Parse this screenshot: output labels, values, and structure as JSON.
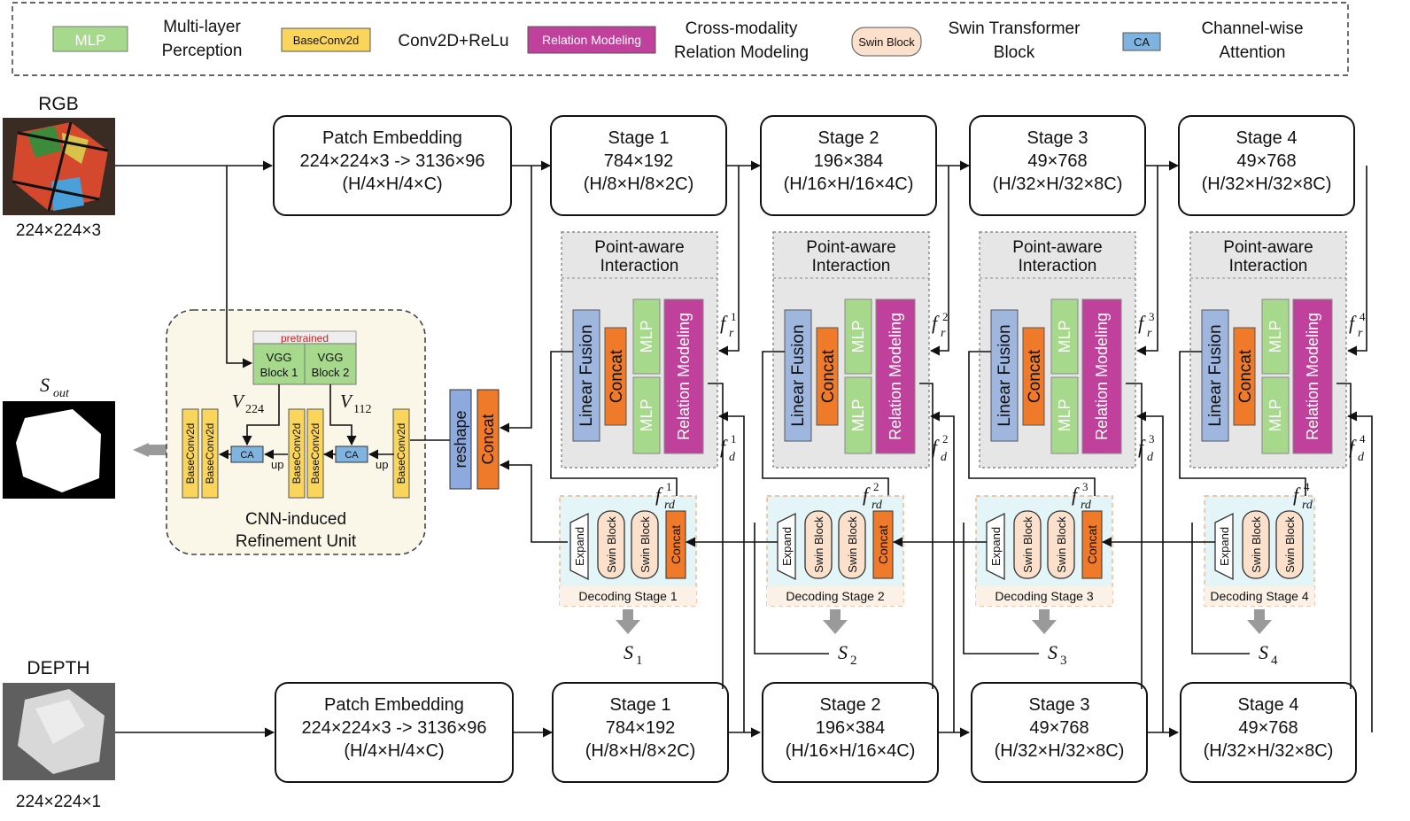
{
  "legend": {
    "mlp_key": "MLP",
    "mlp_desc": [
      "Multi-layer",
      "Perception"
    ],
    "baseconv_key": "BaseConv2d",
    "baseconv_desc": "Conv2D+ReLu",
    "relation_key": "Relation Modeling",
    "relation_desc": [
      "Cross-modality",
      "Relation Modeling"
    ],
    "swin_key": "Swin Block",
    "swin_desc": [
      "Swin Transformer",
      "Block"
    ],
    "ca_key": "CA",
    "ca_desc": [
      "Channel-wise",
      "Attention"
    ]
  },
  "inputs": {
    "rgb_label": "RGB",
    "rgb_size": "224×224×3",
    "depth_label": "DEPTH",
    "depth_size": "224×224×1"
  },
  "rgb_branch": {
    "patch": [
      "Patch Embedding",
      "224×224×3 -> 3136×96",
      "(H/4×H/4×C)"
    ],
    "stages": [
      [
        "Stage 1",
        "784×192",
        "(H/8×H/8×2C)"
      ],
      [
        "Stage 2",
        "196×384",
        "(H/16×H/16×4C)"
      ],
      [
        "Stage 3",
        "49×768",
        "(H/32×H/32×8C)"
      ],
      [
        "Stage 4",
        "49×768",
        "(H/32×H/32×8C)"
      ]
    ]
  },
  "depth_branch": {
    "patch": [
      "Patch Embedding",
      "224×224×3 -> 3136×96",
      "(H/4×H/4×C)"
    ],
    "stages": [
      [
        "Stage 1",
        "784×192",
        "(H/8×H/8×2C)"
      ],
      [
        "Stage 2",
        "196×384",
        "(H/16×H/16×4C)"
      ],
      [
        "Stage 3",
        "49×768",
        "(H/32×H/32×8C)"
      ],
      [
        "Stage 4",
        "49×768",
        "(H/32×H/32×8C)"
      ]
    ]
  },
  "interaction": {
    "title": [
      "Point-aware",
      "Interaction"
    ],
    "linear_fusion": "Linear Fusion",
    "concat": "Concat",
    "mlp": "MLP",
    "relation": "Relation Modeling"
  },
  "decoding": {
    "expand": "Expand",
    "swin": "Swin Block",
    "concat": "Concat",
    "stages": [
      "Decoding Stage 1",
      "Decoding Stage 2",
      "Decoding Stage 3",
      "Decoding Stage 4"
    ]
  },
  "features": {
    "f_r": "f",
    "f_r_sub": "r",
    "f_d": "f",
    "f_d_sub": "d",
    "f_rd": "f",
    "f_rd_sub": "rd",
    "levels": [
      "1",
      "2",
      "3",
      "4"
    ]
  },
  "outputs": {
    "s": "S",
    "levels": [
      "1",
      "2",
      "3",
      "4"
    ],
    "s_out": "S",
    "s_out_sub": "out"
  },
  "refinement": {
    "pretrained": "pretrained",
    "vgg1": [
      "VGG",
      "Block 1"
    ],
    "vgg2": [
      "VGG",
      "Block 2"
    ],
    "v224": "V",
    "v224_sub": "224",
    "v112": "V",
    "v112_sub": "112",
    "baseconv": "BaseConv2d",
    "ca": "CA",
    "up": "up",
    "caption": [
      "CNN-induced",
      "Refinement Unit"
    ]
  },
  "fusion_block": {
    "reshape": "reshape",
    "concat": "Concat"
  },
  "colors": {
    "mlp": "#a6d98c",
    "baseconv": "#f9d55b",
    "relation": "#c0419b",
    "swin": "#fbe1cc",
    "ca": "#7fb3e0",
    "linear_fusion": "#9fb6df",
    "concat": "#ef7a2a",
    "reshape": "#8ea9dd"
  }
}
